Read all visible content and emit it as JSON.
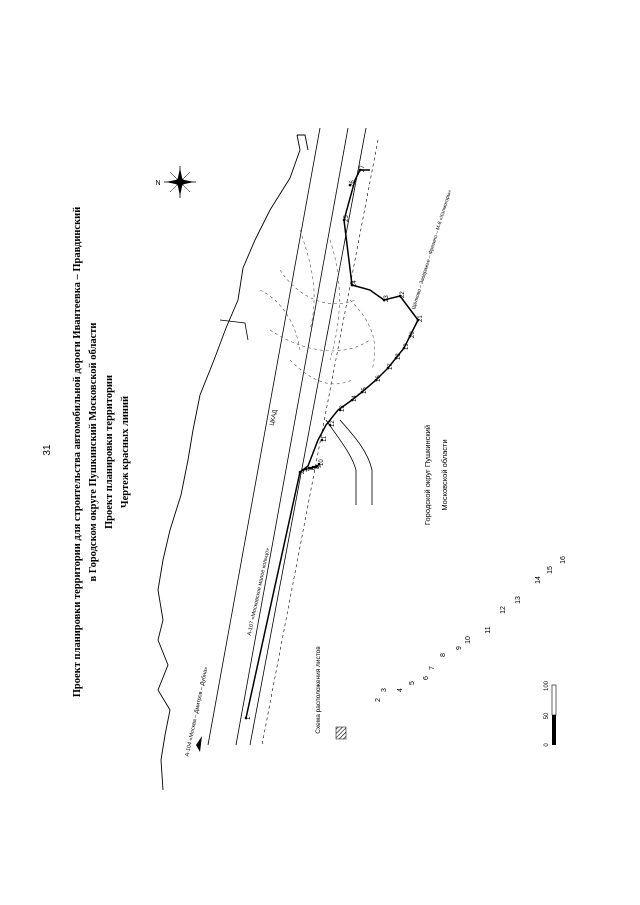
{
  "page_number": "31",
  "title": {
    "line1": "Проект планировки территории для строительства автомобильной дороги Ивантеевка – Правдинский",
    "line2": "в Городском округе Пушкинский Московской области",
    "line3": "Проект планировки территории",
    "line4": "Чертеж красных линий"
  },
  "labels": {
    "road_a104": "А-104 «Москва – Дмитров – Дубна»",
    "road_a107": "А-107 «Московское малое кольцо»",
    "road_cod": "ЦКАД",
    "road_upper": "Щёлково – Заовражье – Фрязино – М-8 «Холмогоры»",
    "district": "Городской округ Пушкинский",
    "region": "Московской области",
    "layout_scheme": "Схема расположения листов",
    "compass_n": "N"
  },
  "scale_bar": {
    "ticks": [
      "0",
      "50",
      "100"
    ]
  },
  "sheets": [
    "2",
    "3",
    "4",
    "5",
    "6",
    "7",
    "8",
    "9",
    "10",
    "11",
    "12",
    "13",
    "14",
    "15",
    "16"
  ],
  "points": [
    "1",
    "2",
    "3",
    "4",
    "5",
    "6",
    "7",
    "8",
    "9",
    "10",
    "11",
    "12",
    "13",
    "14",
    "15",
    "16",
    "17",
    "18",
    "19",
    "20",
    "21",
    "22",
    "23",
    "24",
    "25",
    "26",
    "27"
  ],
  "colors": {
    "ink": "#000000",
    "dashed": "#555555",
    "light": "#999999"
  }
}
